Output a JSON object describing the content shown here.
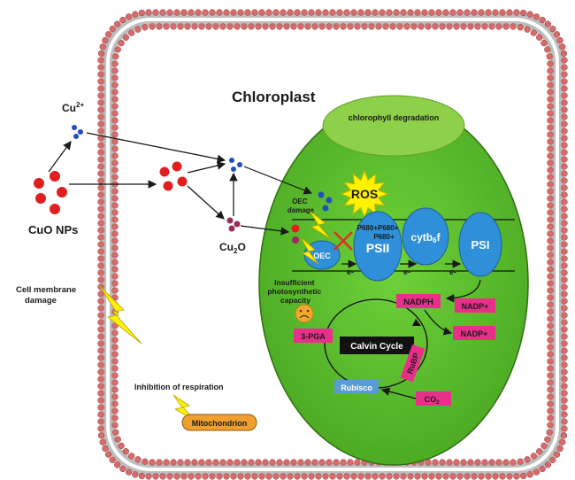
{
  "labels": {
    "chloroplast": "Chloroplast",
    "chlorophyll_degradation": "chlorophyll degradation",
    "cu2_base": "Cu",
    "cu2_sup": "2+",
    "cuo_nps": "CuO NPs",
    "cu2o_base": "Cu",
    "cu2o_sub": "2",
    "cu2o_tail": "O",
    "ros": "ROS",
    "oec_damage_line1": "OEC",
    "oec_damage_line2": "damage",
    "p680_a": "P680+P680+",
    "p680_b": "P680+",
    "psii": "PSII",
    "cytb6f_a": "cytb",
    "cytb6f_b": "6",
    "cytb6f_c": "f",
    "psi": "PSI",
    "oec": "OEC",
    "e1": "e-",
    "e2": "e-",
    "e3": "e-",
    "insufficient_1": "Insufficient",
    "insufficient_2": "photosynthetic",
    "insufficient_3": "capacity",
    "nadph": "NADPH",
    "nadp_1": "NADP+",
    "nadp_2": "NADP+",
    "three_pga": "3-PGA",
    "calvin_cycle": "Calvin Cycle",
    "rubp": "RuBP",
    "rubisco": "Rubisco",
    "co2_base": "CO",
    "co2_sub": "2",
    "cell_membrane_1": "Cell membrane",
    "cell_membrane_2": "damage",
    "inhibition": "Inhibition of respiration",
    "mitochondrion": "Mitochondrion"
  },
  "colors": {
    "membrane_head": "#d96a6a",
    "membrane_tail": "#a0a0a0",
    "chloroplast_green": "#5cbf2a",
    "chloroplast_dark": "#3f8f1c",
    "protein_blue": "#2f8fd8",
    "pink_label": "#e8308a",
    "rubisco_blue": "#5a9bd4",
    "ros_yellow": "#fff200",
    "mito_orange": "#f0a030",
    "cu_blue": "#1f4fbf",
    "cu_red": "#e02020",
    "cu2o_purple": "#9b2a5a"
  },
  "icons": [
    "lightning-icon",
    "sad-face-icon",
    "cross-mark-icon"
  ]
}
